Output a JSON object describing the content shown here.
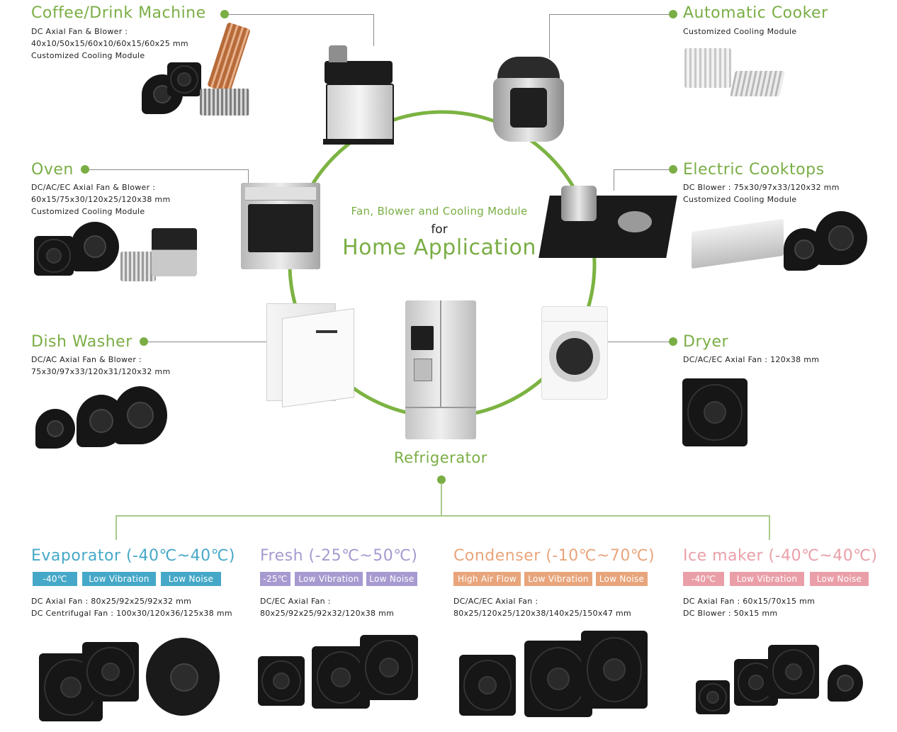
{
  "colors": {
    "green": "#7aae45",
    "evaporator": "#46a8c8",
    "fresh": "#a79ad0",
    "condenser": "#e8a57c",
    "icemaker": "#ea9fa8"
  },
  "coffee": {
    "title": "Coffee/Drink Machine",
    "line1": "DC Axial Fan & Blower :",
    "line2": "40x10/50x15/60x10/60x15/60x25 mm",
    "line3": "Customized Cooling Module"
  },
  "oven": {
    "title": "Oven",
    "line1": "DC/AC/EC Axial Fan & Blower :",
    "line2": "60x15/75x30/120x25/120x38 mm",
    "line3": "Customized Cooling Module"
  },
  "dishwasher": {
    "title": "Dish Washer",
    "line1": "DC/AC Axial Fan & Blower :",
    "line2": "75x30/97x33/120x31/120x32 mm"
  },
  "cooker": {
    "title": "Automatic Cooker",
    "line1": "Customized Cooling Module"
  },
  "cooktops": {
    "title": "Electric Cooktops",
    "line1": "DC Blower : 75x30/97x33/120x32 mm",
    "line2": "Customized Cooling Module"
  },
  "dryer": {
    "title": "Dryer",
    "line1": "DC/AC/EC Axial Fan : 120x38 mm"
  },
  "center": {
    "line1": "Fan, Blower and Cooling Module",
    "line2": "for",
    "line3": "Home Application"
  },
  "refrigerator": {
    "title": "Refrigerator"
  },
  "evaporator": {
    "title": "Evaporator (-40℃~40℃)",
    "tags": [
      "-40℃",
      "Low Vibration",
      "Low Noise"
    ],
    "line1": "DC Axial Fan : 80x25/92x25/92x32 mm",
    "line2": "DC Centrifugal Fan : 100x30/120x36/125x38 mm"
  },
  "fresh": {
    "title": "Fresh (-25℃~50℃)",
    "tags": [
      "-25℃",
      "Low Vibration",
      "Low Noise"
    ],
    "line1": "DC/EC Axial Fan :",
    "line2": "80x25/92x25/92x32/120x38 mm"
  },
  "condenser": {
    "title": "Condenser (-10℃~70℃)",
    "tags": [
      "High Air Flow",
      "Low Vibration",
      "Low Noise"
    ],
    "line1": "DC/AC/EC Axial Fan :",
    "line2": "80x25/120x25/120x38/140x25/150x47 mm"
  },
  "icemaker": {
    "title": "Ice maker (-40℃~40℃)",
    "tags": [
      "-40℃",
      "Low Vibration",
      "Low Noise"
    ],
    "line1": "DC Axial Fan : 60x15/70x15 mm",
    "line2": "DC Blower : 50x15 mm"
  }
}
